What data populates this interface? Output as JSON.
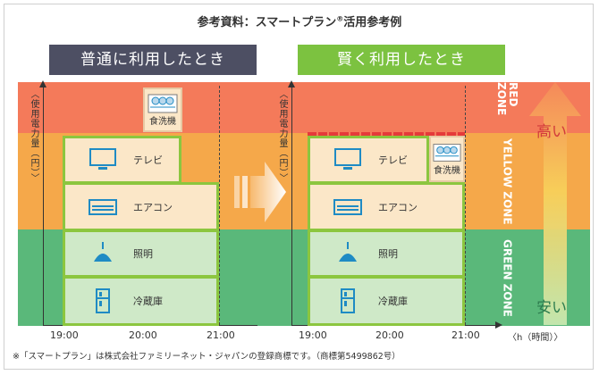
{
  "title": "参考資料：スマートプラン",
  "title_reg": "®",
  "title_suffix": "活用参考例",
  "left_header": "普通に利用したとき",
  "right_header": "賢く利用したとき",
  "left_header_color": "#4d4f63",
  "right_header_color": "#7cc240",
  "y_axis_label": "〈使用電力量（円）〉",
  "zones": {
    "red": "RED ZONE",
    "yellow": "YELLOW ZONE",
    "green": "GREEN ZONE"
  },
  "price_high": "高い",
  "price_low": "安い",
  "x_ticks": [
    "19:00",
    "20:00",
    "21:00"
  ],
  "x_unit": "〈h（時間）〉",
  "appliances": {
    "tv": "テレビ",
    "aircon": "エアコン",
    "light": "照明",
    "fridge": "冷蔵庫",
    "dishwasher": "食洗機"
  },
  "footnote": "※「スマートプラン」は株式会社ファミリーネット・ジャパンの登録商標です。（商標第5499862号）",
  "colors": {
    "red_zone": "#f47a5a",
    "yellow_zone": "#f5a84a",
    "green_zone": "#5ab87a",
    "box_border": "#8cc63f",
    "icon_blue": "#1f8bc4"
  }
}
